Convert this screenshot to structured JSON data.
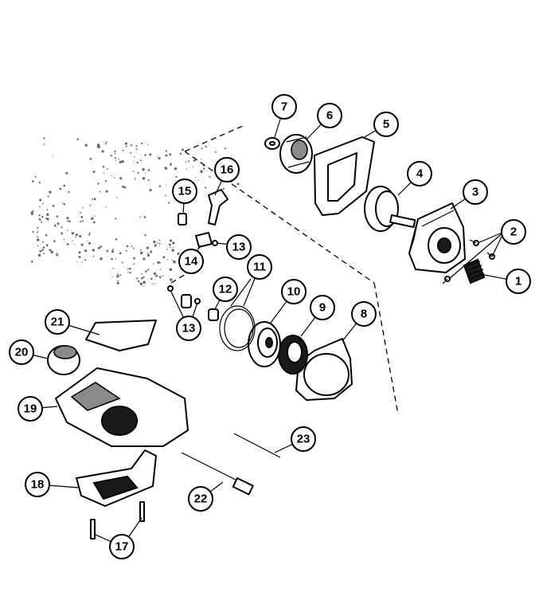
{
  "diagram": {
    "callouts": [
      {
        "id": "c1",
        "label": "1"
      },
      {
        "id": "c2",
        "label": "2"
      },
      {
        "id": "c3",
        "label": "3"
      },
      {
        "id": "c4",
        "label": "4"
      },
      {
        "id": "c5",
        "label": "5"
      },
      {
        "id": "c6",
        "label": "6"
      },
      {
        "id": "c7",
        "label": "7"
      },
      {
        "id": "c8",
        "label": "8"
      },
      {
        "id": "c9",
        "label": "9"
      },
      {
        "id": "c10",
        "label": "10"
      },
      {
        "id": "c11",
        "label": "11"
      },
      {
        "id": "c12",
        "label": "12"
      },
      {
        "id": "c13a",
        "label": "13"
      },
      {
        "id": "c13b",
        "label": "13"
      },
      {
        "id": "c14",
        "label": "14"
      },
      {
        "id": "c15",
        "label": "15"
      },
      {
        "id": "c16",
        "label": "16"
      },
      {
        "id": "c17",
        "label": "17"
      },
      {
        "id": "c18",
        "label": "18"
      },
      {
        "id": "c19",
        "label": "19"
      },
      {
        "id": "c20",
        "label": "20"
      },
      {
        "id": "c21",
        "label": "21"
      },
      {
        "id": "c22",
        "label": "22"
      },
      {
        "id": "c23",
        "label": "23"
      }
    ]
  }
}
